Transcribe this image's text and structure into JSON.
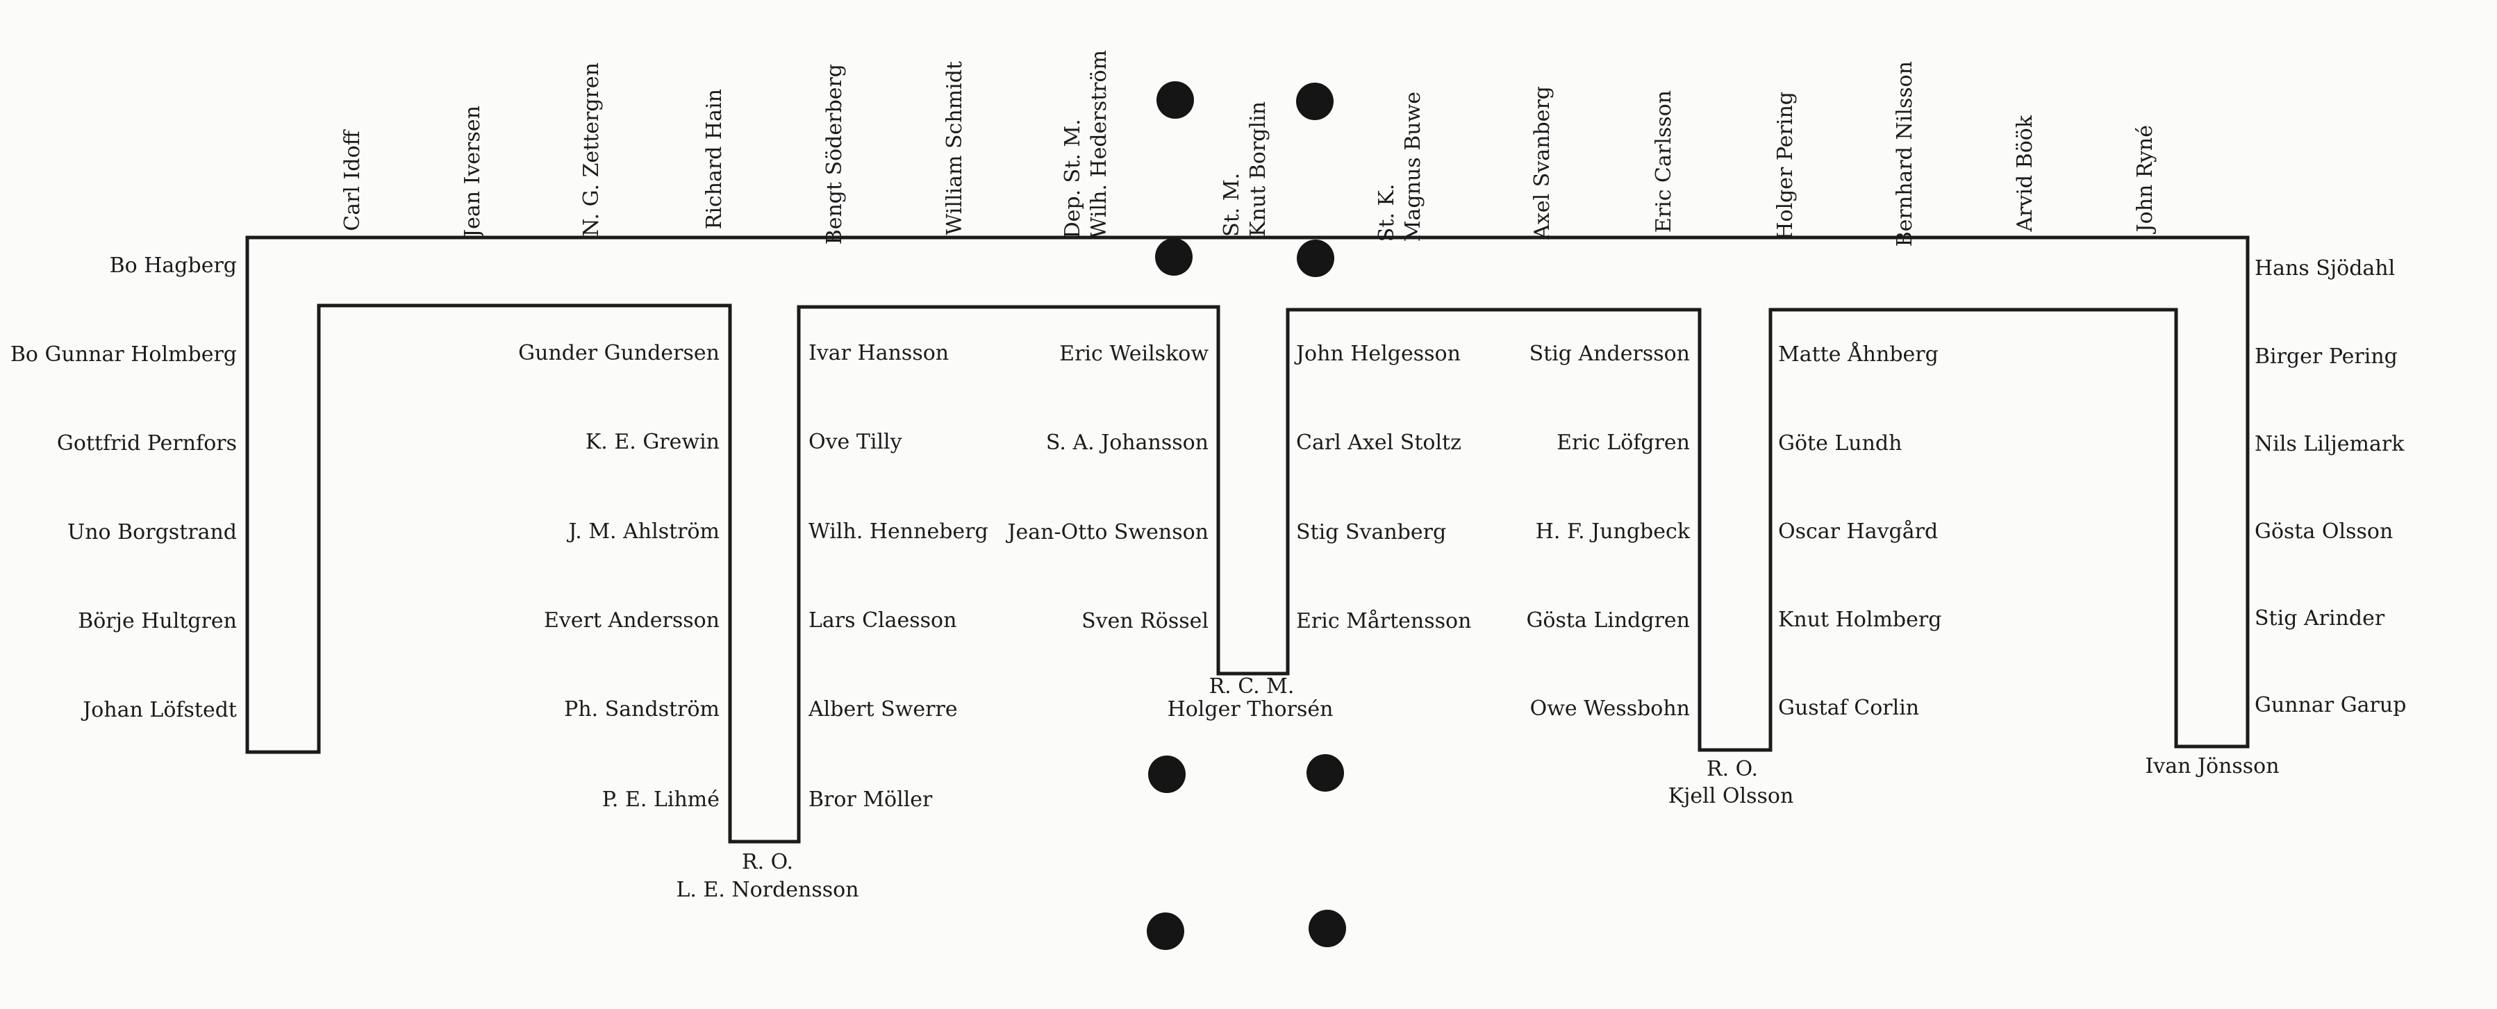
{
  "top": {
    "carl_idoff": "Carl Idoff",
    "jean_iversen": "Jean Iversen",
    "zettergren": "N. G. Zettergren",
    "richard_hain": "Richard Hain",
    "bengt": "Bengt Söderberg",
    "william": "William Schmidt",
    "hederstrom_title": "Dep. St. M.",
    "hederstrom_name": "Wilh. Hederström",
    "borglin_title": "St. M.",
    "borglin_name": "Knut Borglin",
    "buwe_title": "St. K.",
    "buwe_name": "Magnus Buwe",
    "axel": "Axel Svanberg",
    "eric_carlsson": "Eric Carlsson",
    "holger_pering": "Holger Pering",
    "bernhard": "Bernhard Nilsson",
    "arvid": "Arvid Böök",
    "john": "John Ryné"
  },
  "left_column": [
    "Bo Hagberg",
    "Bo Gunnar Holmberg",
    "Gottfrid Pernfors",
    "Uno Borgstrand",
    "Börje Hultgren",
    "Johan Löfstedt"
  ],
  "col2": [
    "Gunder Gundersen",
    "K. E. Grewin",
    "J. M. Ahlström",
    "Evert Andersson",
    "Ph. Sandström",
    "P. E. Lihmé"
  ],
  "col3": [
    "Ivar Hansson",
    "Ove Tilly",
    "Wilh. Henneberg",
    "Lars Claesson",
    "Albert Swerre",
    "Bror Möller"
  ],
  "col4": [
    "Eric Weilskow",
    "S. A. Johansson",
    "Jean-Otto Swenson",
    "Sven Rössel"
  ],
  "col5": [
    "John Helgesson",
    "Carl Axel Stoltz",
    "Stig Svanberg",
    "Eric Mårtensson"
  ],
  "col6": [
    "Stig Andersson",
    "Eric Löfgren",
    "H. F. Jungbeck",
    "Gösta Lindgren",
    "Owe Wessbohn"
  ],
  "col7": [
    "Matte Åhnberg",
    "Göte Lundh",
    "Oscar Havgård",
    "Knut Holmberg",
    "Gustaf Corlin"
  ],
  "right_column": [
    "Hans Sjödahl",
    "Birger Pering",
    "Nils Liljemark",
    "Gösta Olsson",
    "Stig Arinder",
    "Gunnar Garup"
  ],
  "bottoms": {
    "ro1_title": "R. O.",
    "ro1_name": "L. E. Nordensson",
    "rcm_title": "R. C. M.",
    "rcm_name": "Holger Thorsén",
    "ro2_title": "R. O.",
    "ro2_name": "Kjell Olsson",
    "ivan": "Ivan Jönsson"
  }
}
